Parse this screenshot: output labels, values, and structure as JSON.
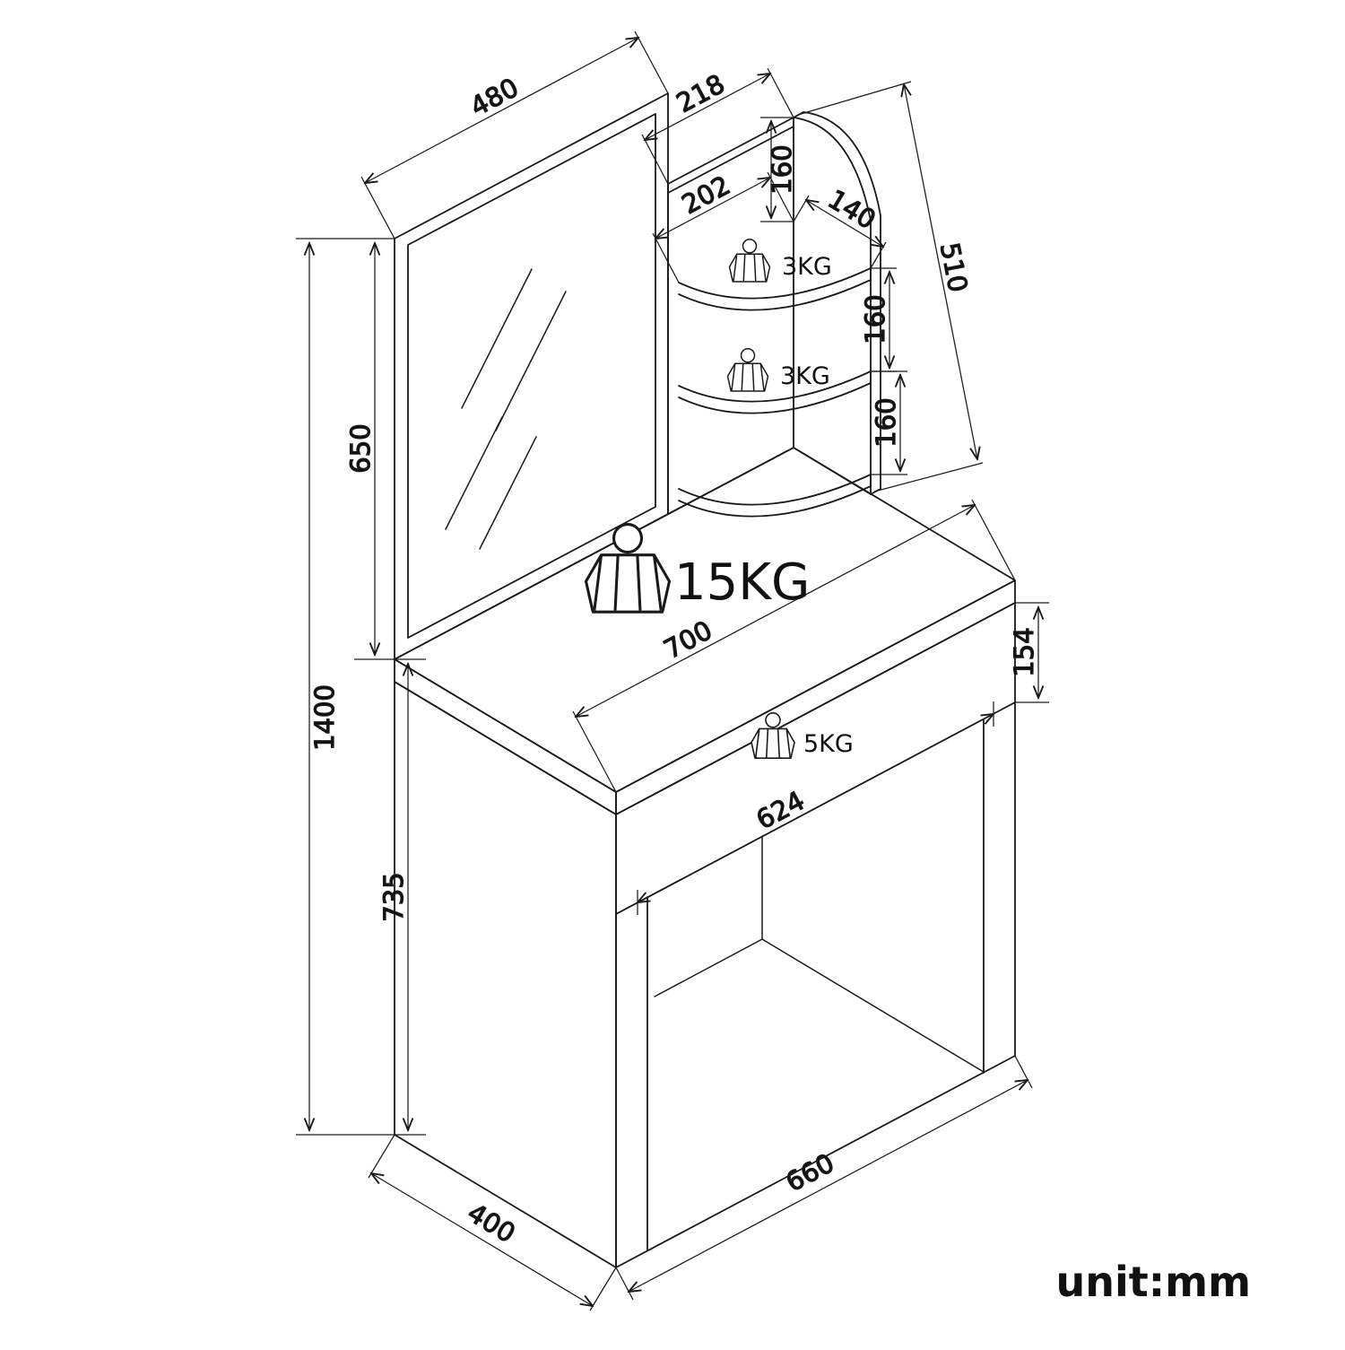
{
  "unit_note": "unit:mm",
  "dims": {
    "mirror_width": "480",
    "hutch_width": "218",
    "hutch_top_gap": "160",
    "shelf_depth_back": "202",
    "shelf_depth_side": "140",
    "hutch_height": "510",
    "shelf_gap_upper": "160",
    "shelf_gap_lower": "160",
    "mirror_height": "650",
    "overall_height": "1400",
    "desktop_width": "700",
    "drawer_front_height": "154",
    "desk_height": "735",
    "drawer_width": "624",
    "base_width": "660",
    "side_depth": "400"
  },
  "loads": {
    "desktop": "15KG",
    "upper_shelf": "3KG",
    "lower_shelf": "3KG",
    "drawer": "5KG"
  }
}
